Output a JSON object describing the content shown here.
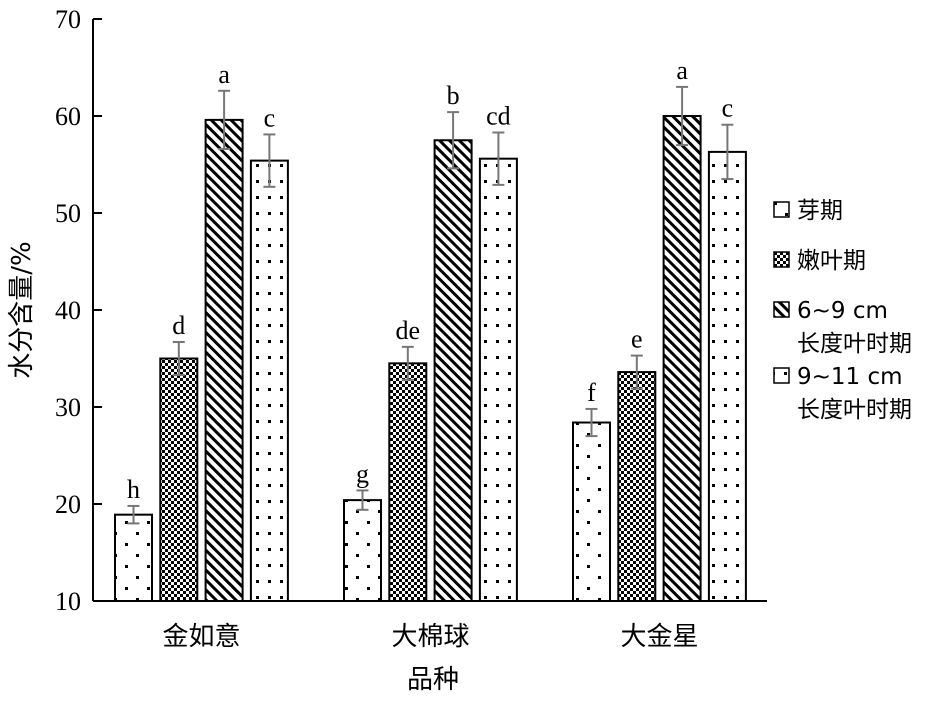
{
  "chart_data": {
    "type": "bar",
    "categories": [
      "金如意",
      "大棉球",
      "大金星"
    ],
    "xlabel": "品种",
    "ylabel": "水分含量/%",
    "ylim": [
      10,
      70
    ],
    "yticks": [
      10,
      20,
      30,
      40,
      50,
      60,
      70
    ],
    "grid": false,
    "legend_position": "right",
    "series": [
      {
        "name": "芽期",
        "values": [
          18.9,
          20.4,
          28.4
        ],
        "errors": [
          0.9,
          1.0,
          1.4
        ],
        "labels": [
          "h",
          "g",
          "f"
        ],
        "pattern": "sparse-dots"
      },
      {
        "name": "嫩叶期",
        "values": [
          35.0,
          34.5,
          33.6
        ],
        "errors": [
          1.7,
          1.7,
          1.7
        ],
        "labels": [
          "d",
          "de",
          "e"
        ],
        "pattern": "checker"
      },
      {
        "name": "6~9 cm\n长度叶时期",
        "legend_lines": [
          "6~9 cm",
          "长度叶时期"
        ],
        "values": [
          59.6,
          57.5,
          60.0
        ],
        "errors": [
          3.0,
          2.9,
          3.0
        ],
        "labels": [
          "a",
          "b",
          "a"
        ],
        "pattern": "diagonal"
      },
      {
        "name": "9~11 cm\n长度叶时期",
        "legend_lines": [
          "9~11 cm",
          "长度叶时期"
        ],
        "values": [
          55.4,
          55.6,
          56.3
        ],
        "errors": [
          2.7,
          2.7,
          2.8
        ],
        "labels": [
          "c",
          "cd",
          "c"
        ],
        "pattern": "dots-grid"
      }
    ]
  }
}
